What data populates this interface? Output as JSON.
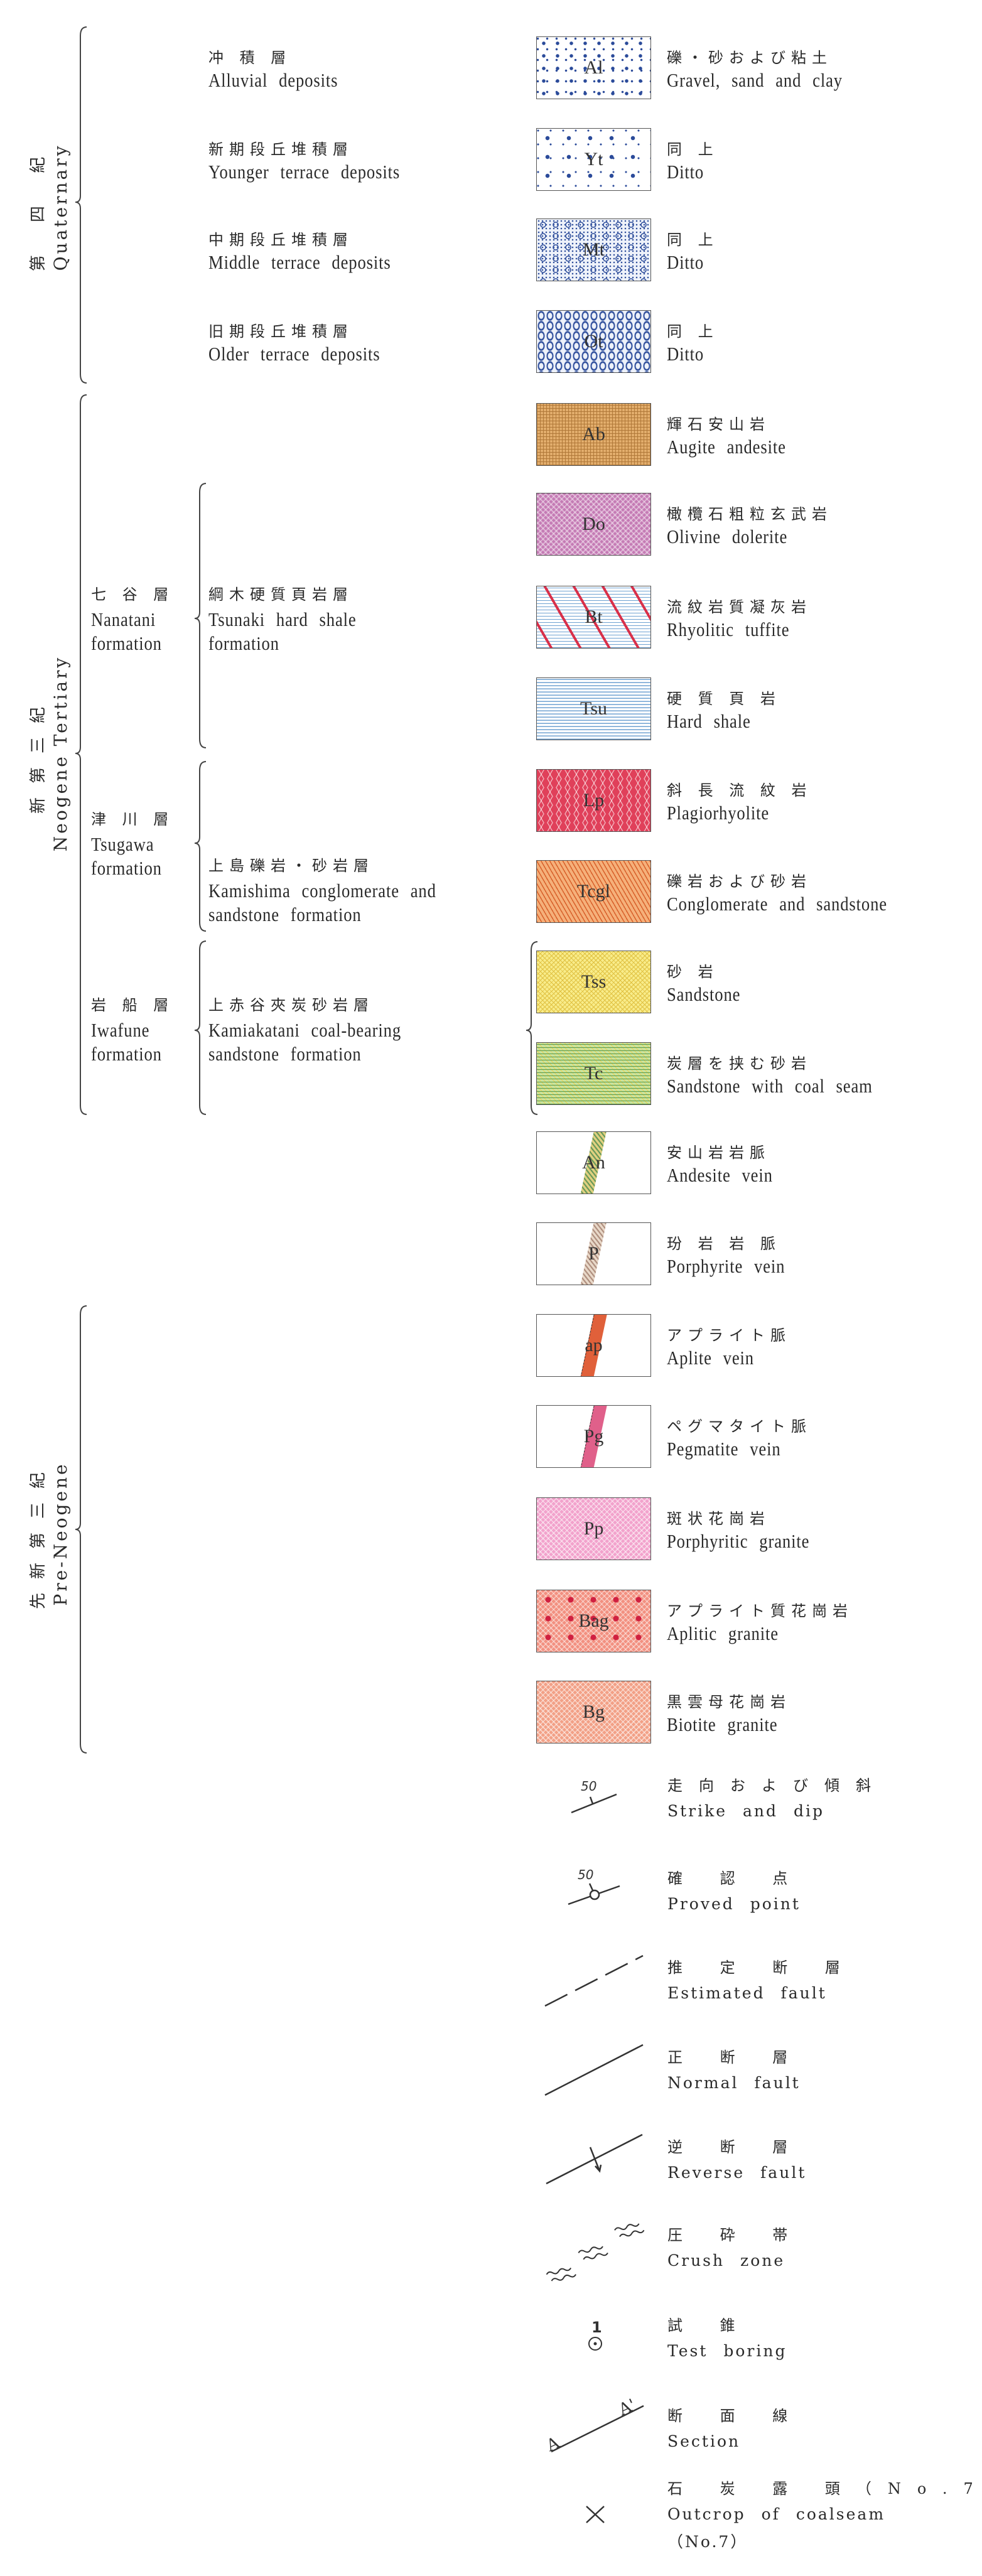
{
  "periods": [
    {
      "ja": "第 四 紀",
      "en": "Quaternary"
    },
    {
      "ja": "新第三紀",
      "en": "Neogene Tertiary"
    },
    {
      "ja": "先新第三紀",
      "en": "Pre-Neogene"
    }
  ],
  "formations": [
    {
      "ja": "七 谷 層",
      "en1": "Nanatani",
      "en2": "formation"
    },
    {
      "ja": "津 川 層",
      "en1": "Tsugawa",
      "en2": "formation"
    },
    {
      "ja": "岩 船 層",
      "en1": "Iwafune",
      "en2": "formation"
    }
  ],
  "members": [
    {
      "ja": "冲 積 層",
      "en": "Alluvial deposits"
    },
    {
      "ja": "新期段丘堆積層",
      "en": "Younger terrace deposits"
    },
    {
      "ja": "中期段丘堆積層",
      "en": "Middle terrace deposits"
    },
    {
      "ja": "旧期段丘堆積層",
      "en": "Older terrace deposits"
    },
    {
      "ja": "綱木硬質頁岩層",
      "en1": "Tsunaki hard shale",
      "en2": "formation"
    },
    {
      "ja": "上島礫岩・砂岩層",
      "en1": "Kamishima conglomerate and",
      "en2": "sandstone formation"
    },
    {
      "ja": "上赤谷夾炭砂岩層",
      "en1": "Kamiakatani coal-bearing",
      "en2": "sandstone formation"
    }
  ],
  "units": [
    {
      "code": "Al",
      "ja": "礫・砂および粘土",
      "en": "Gravel, sand and clay",
      "color": "#2b4b9a"
    },
    {
      "code": "Yt",
      "ja": "同 上",
      "en": "Ditto",
      "color": "#2b4b9a"
    },
    {
      "code": "Mt",
      "ja": "同 上",
      "en": "Ditto",
      "color": "#2b4b9a"
    },
    {
      "code": "Ot",
      "ja": "同 上",
      "en": "Ditto",
      "color": "#2b4b9a"
    },
    {
      "code": "Ab",
      "ja": "輝石安山岩",
      "en": "Augite andesite",
      "color": "#e2ad6c"
    },
    {
      "code": "Do",
      "ja": "橄欖石粗粒玄武岩",
      "en": "Olivine dolerite",
      "color": "#c47ab4"
    },
    {
      "code": "Bt",
      "ja": "流紋岩質凝灰岩",
      "en": "Rhyolitic tuffite",
      "color": "#6fa2d2"
    },
    {
      "code": "Tsu",
      "ja": "硬 質 頁 岩",
      "en": "Hard shale",
      "color": "#6fa2d2"
    },
    {
      "code": "Lp",
      "ja": "斜 長 流 紋 岩",
      "en": "Plagiorhyolite",
      "color": "#e0405a"
    },
    {
      "code": "Tcgl",
      "ja": "礫岩および砂岩",
      "en": "Conglomerate and sandstone",
      "color": "#f5b07a"
    },
    {
      "code": "Tss",
      "ja": "砂 岩",
      "en": "Sandstone",
      "color": "#f8ec8a"
    },
    {
      "code": "Tc",
      "ja": "炭層を挟む砂岩",
      "en": "Sandstone with coal seam",
      "color": "#c8e4a0"
    },
    {
      "code": "An",
      "ja": "安山岩岩脈",
      "en": "Andesite vein",
      "color": "#6a9a5a"
    },
    {
      "code": "P",
      "ja": "玢 岩 岩 脈",
      "en": "Porphyrite vein",
      "color": "#b09080"
    },
    {
      "code": "ap",
      "ja": "アプライト脈",
      "en": "Aplite vein",
      "color": "#e0603a"
    },
    {
      "code": "Pg",
      "ja": "ペグマタイト脈",
      "en": "Pegmatite vein",
      "color": "#e0608a"
    },
    {
      "code": "Pp",
      "ja": "斑状花崗岩",
      "en": "Porphyritic granite",
      "color": "#f2a2cc"
    },
    {
      "code": "Bag",
      "ja": "アプライト質花崗岩",
      "en": "Aplitic granite",
      "color": "#f29080"
    },
    {
      "code": "Bg",
      "ja": "黒雲母花崗岩",
      "en": "Biotite granite",
      "color": "#f2a086"
    }
  ],
  "symbols": [
    {
      "id": "strike-dip",
      "ja": "走向および傾斜",
      "en": "Strike and dip",
      "label": "50"
    },
    {
      "id": "proved-point",
      "ja": "確 認 点",
      "en": "Proved point",
      "label": "50"
    },
    {
      "id": "estimated-fault",
      "ja": "推 定 断 層",
      "en": "Estimated fault"
    },
    {
      "id": "normal-fault",
      "ja": "正 断 層",
      "en": "Normal fault"
    },
    {
      "id": "reverse-fault",
      "ja": "逆 断 層",
      "en": "Reverse fault"
    },
    {
      "id": "crush-zone",
      "ja": "圧 砕 帯",
      "en": "Crush zone"
    },
    {
      "id": "test-boring",
      "ja": "試 錐",
      "en": "Test boring",
      "label": "1"
    },
    {
      "id": "section",
      "ja": "断 面 線",
      "en": "Section",
      "label": "A",
      "label2": "A'"
    },
    {
      "id": "coal-outcrop",
      "ja": "石 炭 露 頭（No.7）",
      "en": "Outcrop of coalseam",
      "en2": "（No.7）"
    }
  ]
}
